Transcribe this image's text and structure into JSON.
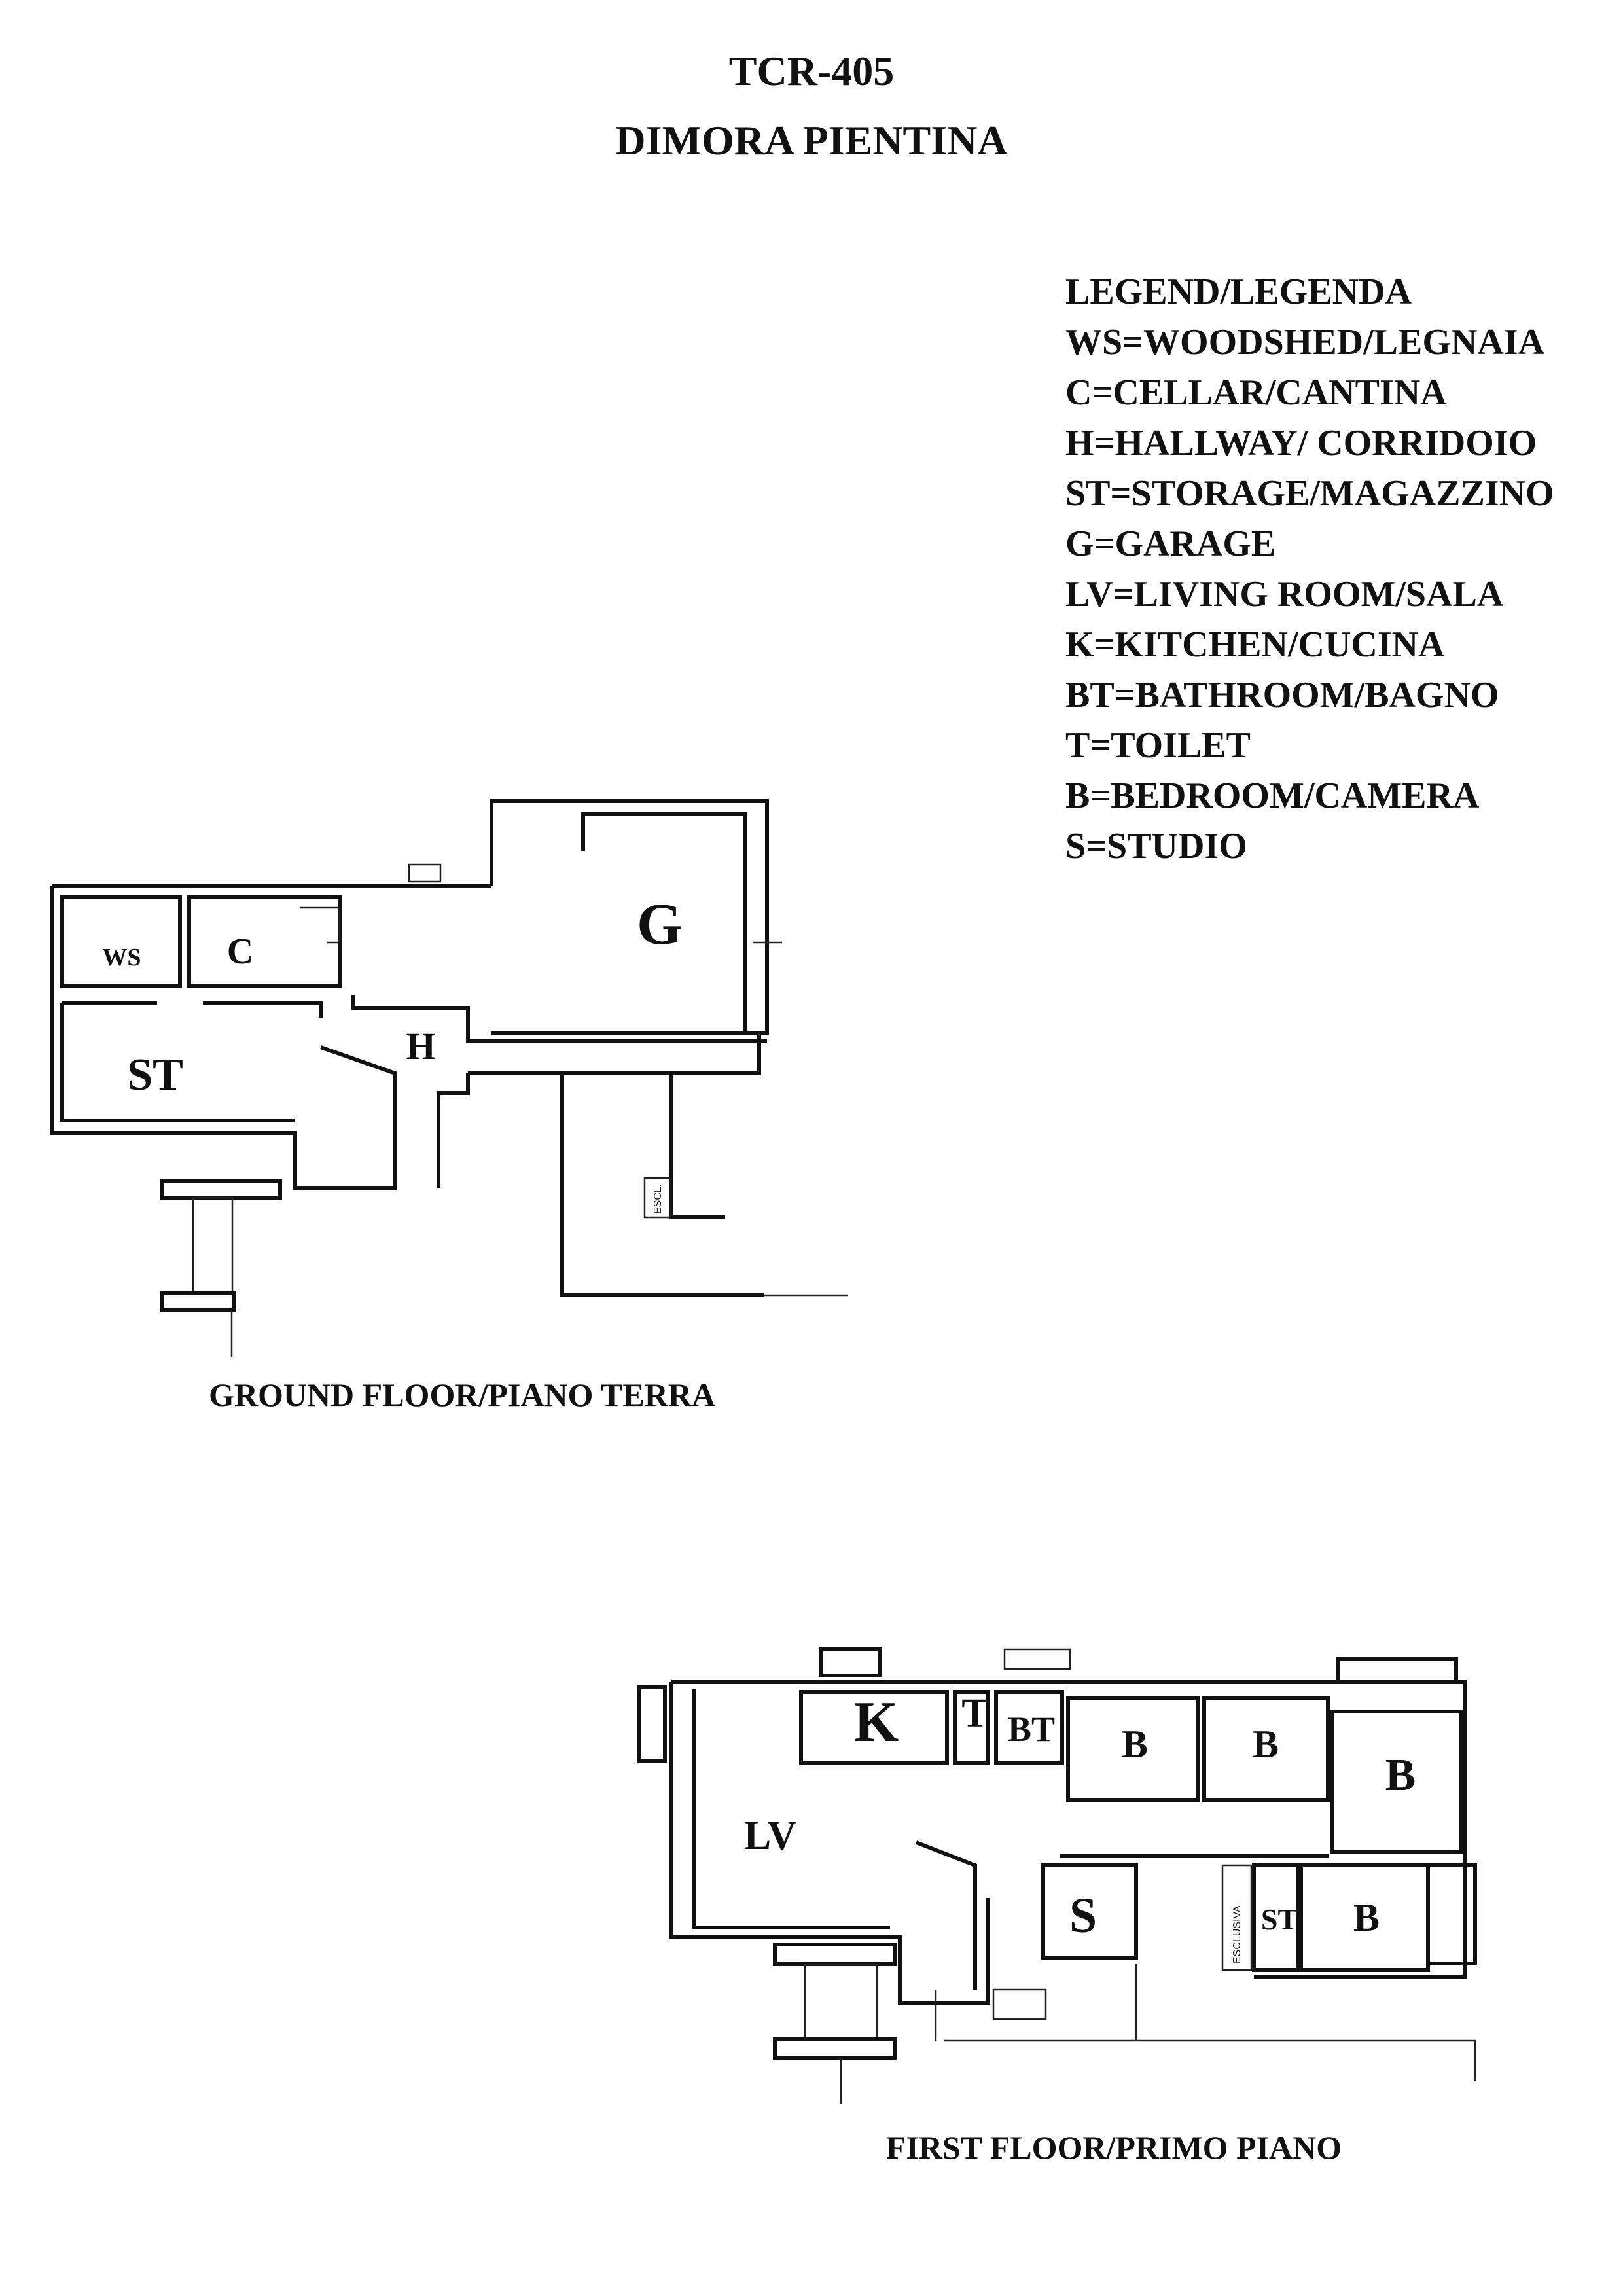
{
  "header": {
    "code": "TCR-405",
    "name": "DIMORA PIENTINA"
  },
  "legend": {
    "title": "LEGEND/LEGENDA",
    "items": [
      "WS=WOODSHED/LEGNAIA",
      "C=CELLAR/CANTINA",
      "H=HALLWAY/ CORRIDOIO",
      "ST=STORAGE/MAGAZZINO",
      "G=GARAGE",
      "LV=LIVING ROOM/SALA",
      "K=KITCHEN/CUCINA",
      "BT=BATHROOM/BAGNO",
      "T=TOILET",
      "B=BEDROOM/CAMERA",
      "S=STUDIO"
    ]
  },
  "ground_floor": {
    "caption": "GROUND FLOOR/PIANO TERRA",
    "rooms": {
      "ws": "WS",
      "c": "C",
      "g": "G",
      "h": "H",
      "st": "ST"
    },
    "stair_note": "ESCL."
  },
  "first_floor": {
    "caption": "FIRST FLOOR/PRIMO PIANO",
    "rooms": {
      "k": "K",
      "t": "T",
      "bt": "BT",
      "b1": "B",
      "b2": "B",
      "b3": "B",
      "lv": "LV",
      "s": "S",
      "st": "ST",
      "b4": "B"
    },
    "stair_note": "ESCLUSIVA"
  }
}
